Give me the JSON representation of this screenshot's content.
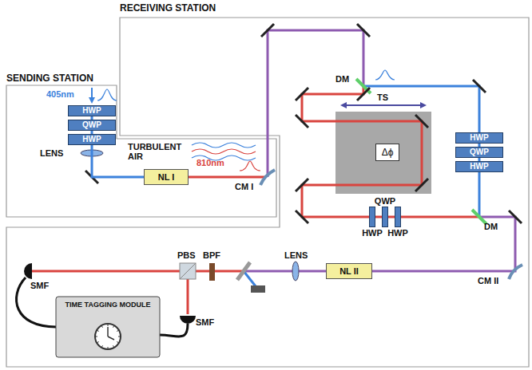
{
  "diagram": {
    "nodes": [
      {
        "text": [
          "RECEIVING STATION"
        ]
      },
      {
        "text": [
          "SENDING STATION"
        ]
      },
      {
        "text": [
          "HWP"
        ],
        "in": 1
      },
      {
        "text": [
          "QWP"
        ],
        "in": 1
      },
      {
        "text": [
          "HWP"
        ],
        "in": 1
      },
      {
        "text": [
          "NL I"
        ],
        "in": 1
      },
      {
        "text": [
          "HWP"
        ],
        "in": 0
      },
      {
        "text": [
          "QWP"
        ],
        "in": 0
      },
      {
        "text": [
          "HWP"
        ],
        "in": 0
      },
      {
        "text": [
          "Δϕ"
        ],
        "in": 0
      },
      {
        "text": [
          "HWP"
        ],
        "in": 0
      },
      {
        "text": [
          "QWP"
        ],
        "in": 0
      },
      {
        "text": [
          "HWP"
        ],
        "in": 0
      },
      {
        "text": [
          "NL II"
        ],
        "in": 0
      },
      {
        "text": [
          "TIME TAGGING MODULE"
        ],
        "in": 0
      }
    ],
    "edges": [
      {
        "from": 2,
        "to": 3,
        "arrow": "none"
      },
      {
        "from": 3,
        "to": 4,
        "arrow": "none"
      },
      {
        "from": 4,
        "to": 5,
        "arrow": "none"
      },
      {
        "from": 6,
        "to": 7,
        "arrow": "none"
      },
      {
        "from": 7,
        "to": 8,
        "arrow": "none"
      },
      {
        "from": 10,
        "to": 11,
        "arrow": "none"
      },
      {
        "from": 11,
        "to": 12,
        "arrow": "none"
      }
    ],
    "labels": [
      "DM",
      "TS",
      "405nm",
      "LENS",
      "TURBULENT AIR",
      "810nm",
      "CM I",
      "DM",
      "CM II",
      "PBS",
      "BPF",
      "LENS",
      "SMF",
      "SMF"
    ]
  }
}
